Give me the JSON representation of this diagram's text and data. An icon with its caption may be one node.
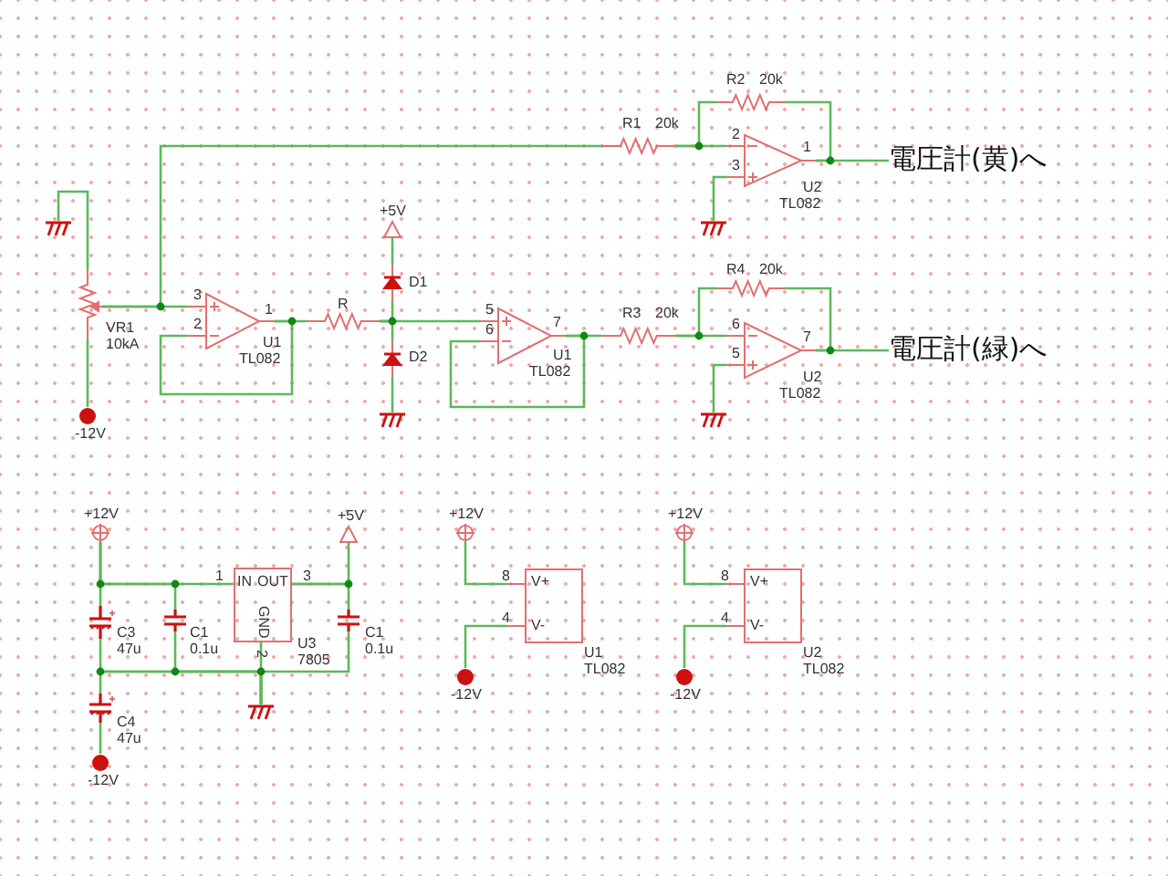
{
  "diagram": {
    "nodes": [
      {
        "text": [
          "VR1",
          "10kA"
        ]
      },
      {
        "text": [],
        "shape": "ground"
      },
      {
        "text": [
          "-12V"
        ]
      },
      {
        "text": [
          "U1",
          "TL082"
        ],
        "beside": [
          "3",
          "2",
          "1"
        ]
      },
      {
        "text": [
          "R"
        ]
      },
      {
        "text": [
          "+5V"
        ]
      },
      {
        "text": [
          "D1"
        ]
      },
      {
        "text": [
          "D2"
        ]
      },
      {
        "text": [],
        "shape": "ground"
      },
      {
        "text": [
          "U1",
          "TL082"
        ],
        "beside": [
          "5",
          "6",
          "7"
        ]
      },
      {
        "text": [
          "R1",
          "20k"
        ]
      },
      {
        "text": [
          "R2",
          "20k"
        ]
      },
      {
        "text": [
          "U2",
          "TL082"
        ],
        "beside": [
          "2",
          "3",
          "1"
        ]
      },
      {
        "text": [],
        "shape": "ground"
      },
      {
        "text": [
          "電圧計(黄)へ"
        ]
      },
      {
        "text": [
          "R3",
          "20k"
        ]
      },
      {
        "text": [
          "R4",
          "20k"
        ]
      },
      {
        "text": [
          "U2",
          "TL082"
        ],
        "beside": [
          "6",
          "5",
          "7"
        ]
      },
      {
        "text": [],
        "shape": "ground"
      },
      {
        "text": [
          "電圧計(緑)へ"
        ]
      },
      {
        "text": [
          "+12V"
        ]
      },
      {
        "text": [
          "C3",
          "47u"
        ]
      },
      {
        "text": [
          "C4",
          "47u"
        ]
      },
      {
        "text": [
          "-12V"
        ]
      },
      {
        "text": [
          "C1",
          "0.1u"
        ]
      },
      {
        "text": [
          "IN",
          "OUT",
          "GND",
          "U3",
          "7805"
        ]
      },
      {
        "text": [
          "+5V"
        ]
      },
      {
        "text": [
          "C1",
          "0.1u"
        ]
      },
      {
        "text": [],
        "shape": "ground"
      },
      {
        "text": [
          "+12V"
        ]
      },
      {
        "text": [
          "V+",
          "V-",
          "U1",
          "TL082"
        ],
        "beside": [
          "8",
          "4"
        ]
      },
      {
        "text": [
          "-12V"
        ]
      },
      {
        "text": [
          "+12V"
        ]
      },
      {
        "text": [
          "V+",
          "V-",
          "U2",
          "TL082"
        ],
        "beside": [
          "8",
          "4"
        ]
      },
      {
        "text": [
          "-12V"
        ]
      }
    ],
    "edges": [
      {
        "from": 0,
        "to": 1,
        "arrow": "none"
      },
      {
        "from": 0,
        "to": 2,
        "arrow": "none"
      },
      {
        "from": 0,
        "to": 3,
        "arrow": "none"
      },
      {
        "from": 0,
        "to": 10,
        "arrow": "none"
      },
      {
        "from": 3,
        "to": 3,
        "arrow": "none"
      },
      {
        "from": 3,
        "to": 4,
        "arrow": "none"
      },
      {
        "from": 4,
        "to": 6,
        "arrow": "none"
      },
      {
        "from": 4,
        "to": 7,
        "arrow": "none"
      },
      {
        "from": 4,
        "to": 9,
        "arrow": "none"
      },
      {
        "from": 6,
        "to": 5,
        "arrow": "none"
      },
      {
        "from": 7,
        "to": 8,
        "arrow": "none"
      },
      {
        "from": 9,
        "to": 9,
        "arrow": "none"
      },
      {
        "from": 9,
        "to": 15,
        "arrow": "none"
      },
      {
        "from": 10,
        "to": 12,
        "arrow": "none"
      },
      {
        "from": 10,
        "to": 11,
        "arrow": "none"
      },
      {
        "from": 11,
        "to": 12,
        "arrow": "none"
      },
      {
        "from": 12,
        "to": 14,
        "arrow": "none"
      },
      {
        "from": 12,
        "to": 13,
        "arrow": "none"
      },
      {
        "from": 15,
        "to": 17,
        "arrow": "none"
      },
      {
        "from": 15,
        "to": 16,
        "arrow": "none"
      },
      {
        "from": 16,
        "to": 17,
        "arrow": "none"
      },
      {
        "from": 17,
        "to": 19,
        "arrow": "none"
      },
      {
        "from": 17,
        "to": 18,
        "arrow": "none"
      },
      {
        "from": 20,
        "to": 21,
        "arrow": "none"
      },
      {
        "from": 20,
        "to": 24,
        "arrow": "none"
      },
      {
        "from": 20,
        "to": 25,
        "arrow": "none"
      },
      {
        "from": 21,
        "to": 28,
        "arrow": "none"
      },
      {
        "from": 22,
        "to": 28,
        "arrow": "none"
      },
      {
        "from": 24,
        "to": 28,
        "arrow": "none"
      },
      {
        "from": 25,
        "to": 28,
        "arrow": "none"
      },
      {
        "from": 27,
        "to": 28,
        "arrow": "none"
      },
      {
        "from": 22,
        "to": 23,
        "arrow": "none"
      },
      {
        "from": 25,
        "to": 26,
        "arrow": "none"
      },
      {
        "from": 25,
        "to": 27,
        "arrow": "none"
      },
      {
        "from": 29,
        "to": 30,
        "arrow": "none"
      },
      {
        "from": 30,
        "to": 31,
        "arrow": "none"
      },
      {
        "from": 32,
        "to": 33,
        "arrow": "none"
      },
      {
        "from": 33,
        "to": 34,
        "arrow": "none"
      }
    ],
    "labels": [
      "1",
      "3",
      "2"
    ]
  }
}
